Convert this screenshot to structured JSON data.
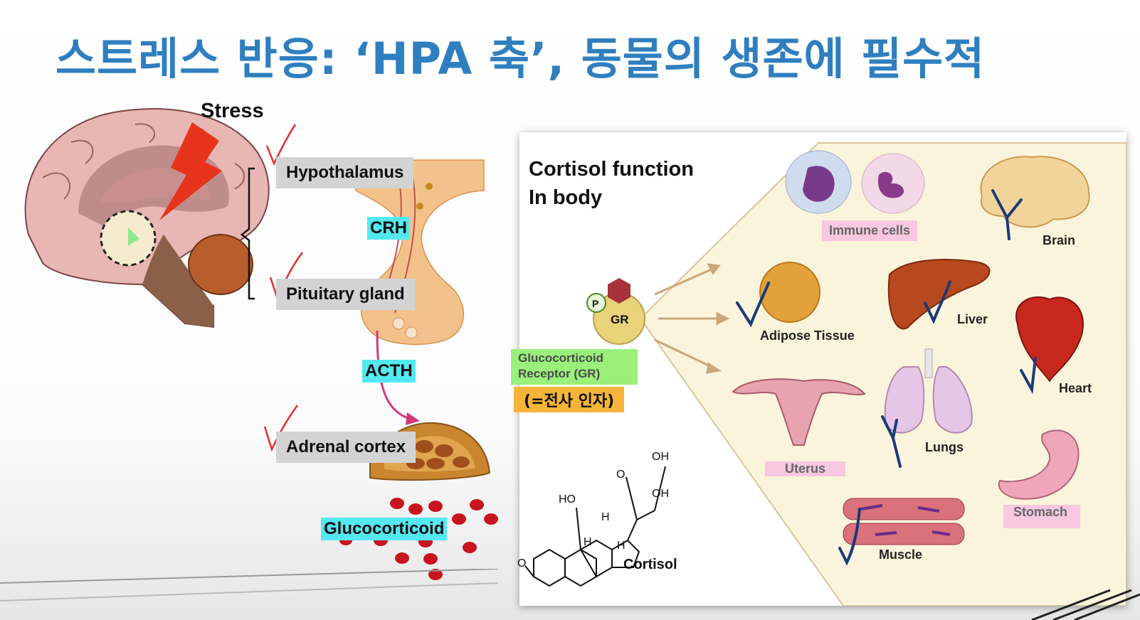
{
  "title": "스트레스 반응: ‘HPA 축’, 동물의 생존에 필수적",
  "left": {
    "stress": "Stress",
    "hypothalamus": "Hypothalamus",
    "crh": "CRH",
    "pituitary": "Pituitary gland",
    "acth": "ACTH",
    "adrenal": "Adrenal cortex",
    "glucocorticoid": "Glucocorticoid"
  },
  "panel": {
    "heading_line1": "Cortisol function",
    "heading_line2": "In body",
    "p_label": "P",
    "gr_label": "GR",
    "receptor_line1": "Glucocorticoid",
    "receptor_line2": "Receptor (GR)",
    "note": "(=전사 인자)",
    "molecule": {
      "name": "Cortisol",
      "oh1": "OH",
      "o1": "O",
      "oh2": "OH",
      "ho": "HO",
      "h1": "H",
      "h2": "H",
      "h3": "H",
      "o2": "O"
    },
    "targets": {
      "immune": "Immune cells",
      "brain": "Brain",
      "adipose": "Adipose Tissue",
      "liver": "Liver",
      "heart": "Heart",
      "uterus": "Uterus",
      "lungs": "Lungs",
      "stomach": "Stomach",
      "muscle": "Muscle"
    }
  },
  "colors": {
    "title": "#2f7fc0",
    "grey_label": "#d3d3d3",
    "cyan_label": "#54e8f0",
    "green_highlight": "#9af07a",
    "orange_highlight": "#f5b43a",
    "pink_label": "#f7c8df",
    "check_red": "#e03030",
    "check_blue": "#1a3a7a",
    "cone": "#fbf4dc"
  }
}
